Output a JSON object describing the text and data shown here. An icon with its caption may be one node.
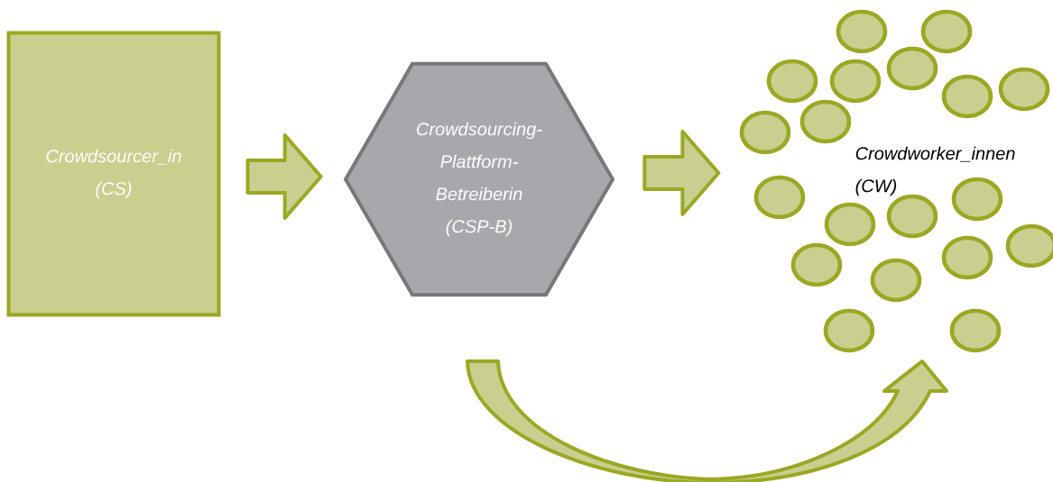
{
  "diagram": {
    "nodes": [
      {
        "text": [
          "Crowdsourcer_in (CS)"
        ]
      },
      {
        "text": [
          "Crowdsourcing-Plattform-Betreiberin (CSP-B)"
        ]
      },
      {
        "text": [
          "Crowdworker_innen (CW)"
        ]
      }
    ],
    "edges": [
      {
        "from": 0,
        "to": 1,
        "arrow": "to"
      },
      {
        "from": 1,
        "to": 2,
        "arrow": "to"
      },
      {
        "from": 1,
        "to": 2,
        "arrow": "to"
      }
    ]
  }
}
